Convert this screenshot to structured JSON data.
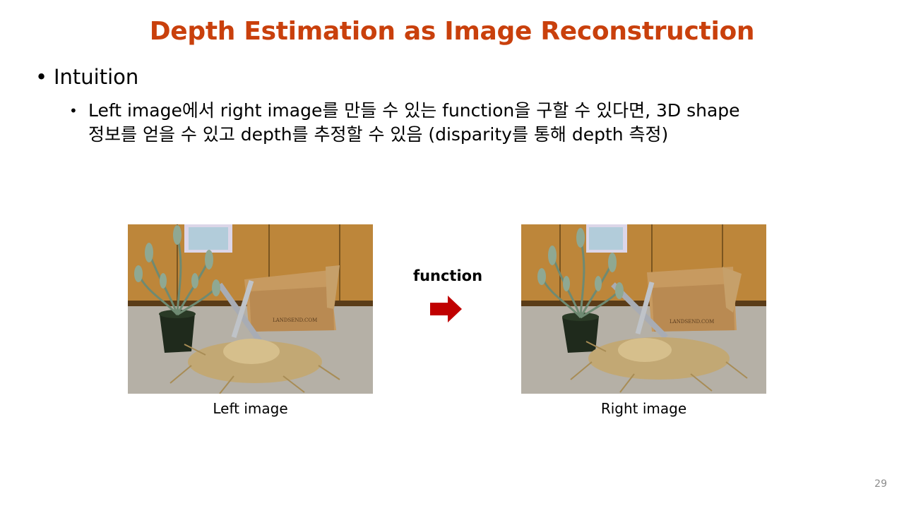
{
  "slide": {
    "title": "Depth Estimation as Image Reconstruction",
    "bullet_level1": "Intuition",
    "bullet_level2_line1": "Left image에서 right image를 만들 수 있는 function을 구할 수 있다면, 3D shape",
    "bullet_level2_line2": "정보를 얻을 수 있고 depth를 추정할 수 있음 (disparity를 통해 depth 측정)",
    "function_label": "function",
    "left_caption": "Left image",
    "right_caption": "Right image",
    "page_number": "29",
    "box_text": "LANDSEND.COM"
  },
  "icons": {
    "arrow": "right-arrow-icon"
  },
  "colors": {
    "title": "#c9400c",
    "arrow": "#c00000",
    "page_number": "#8c8c8c"
  }
}
